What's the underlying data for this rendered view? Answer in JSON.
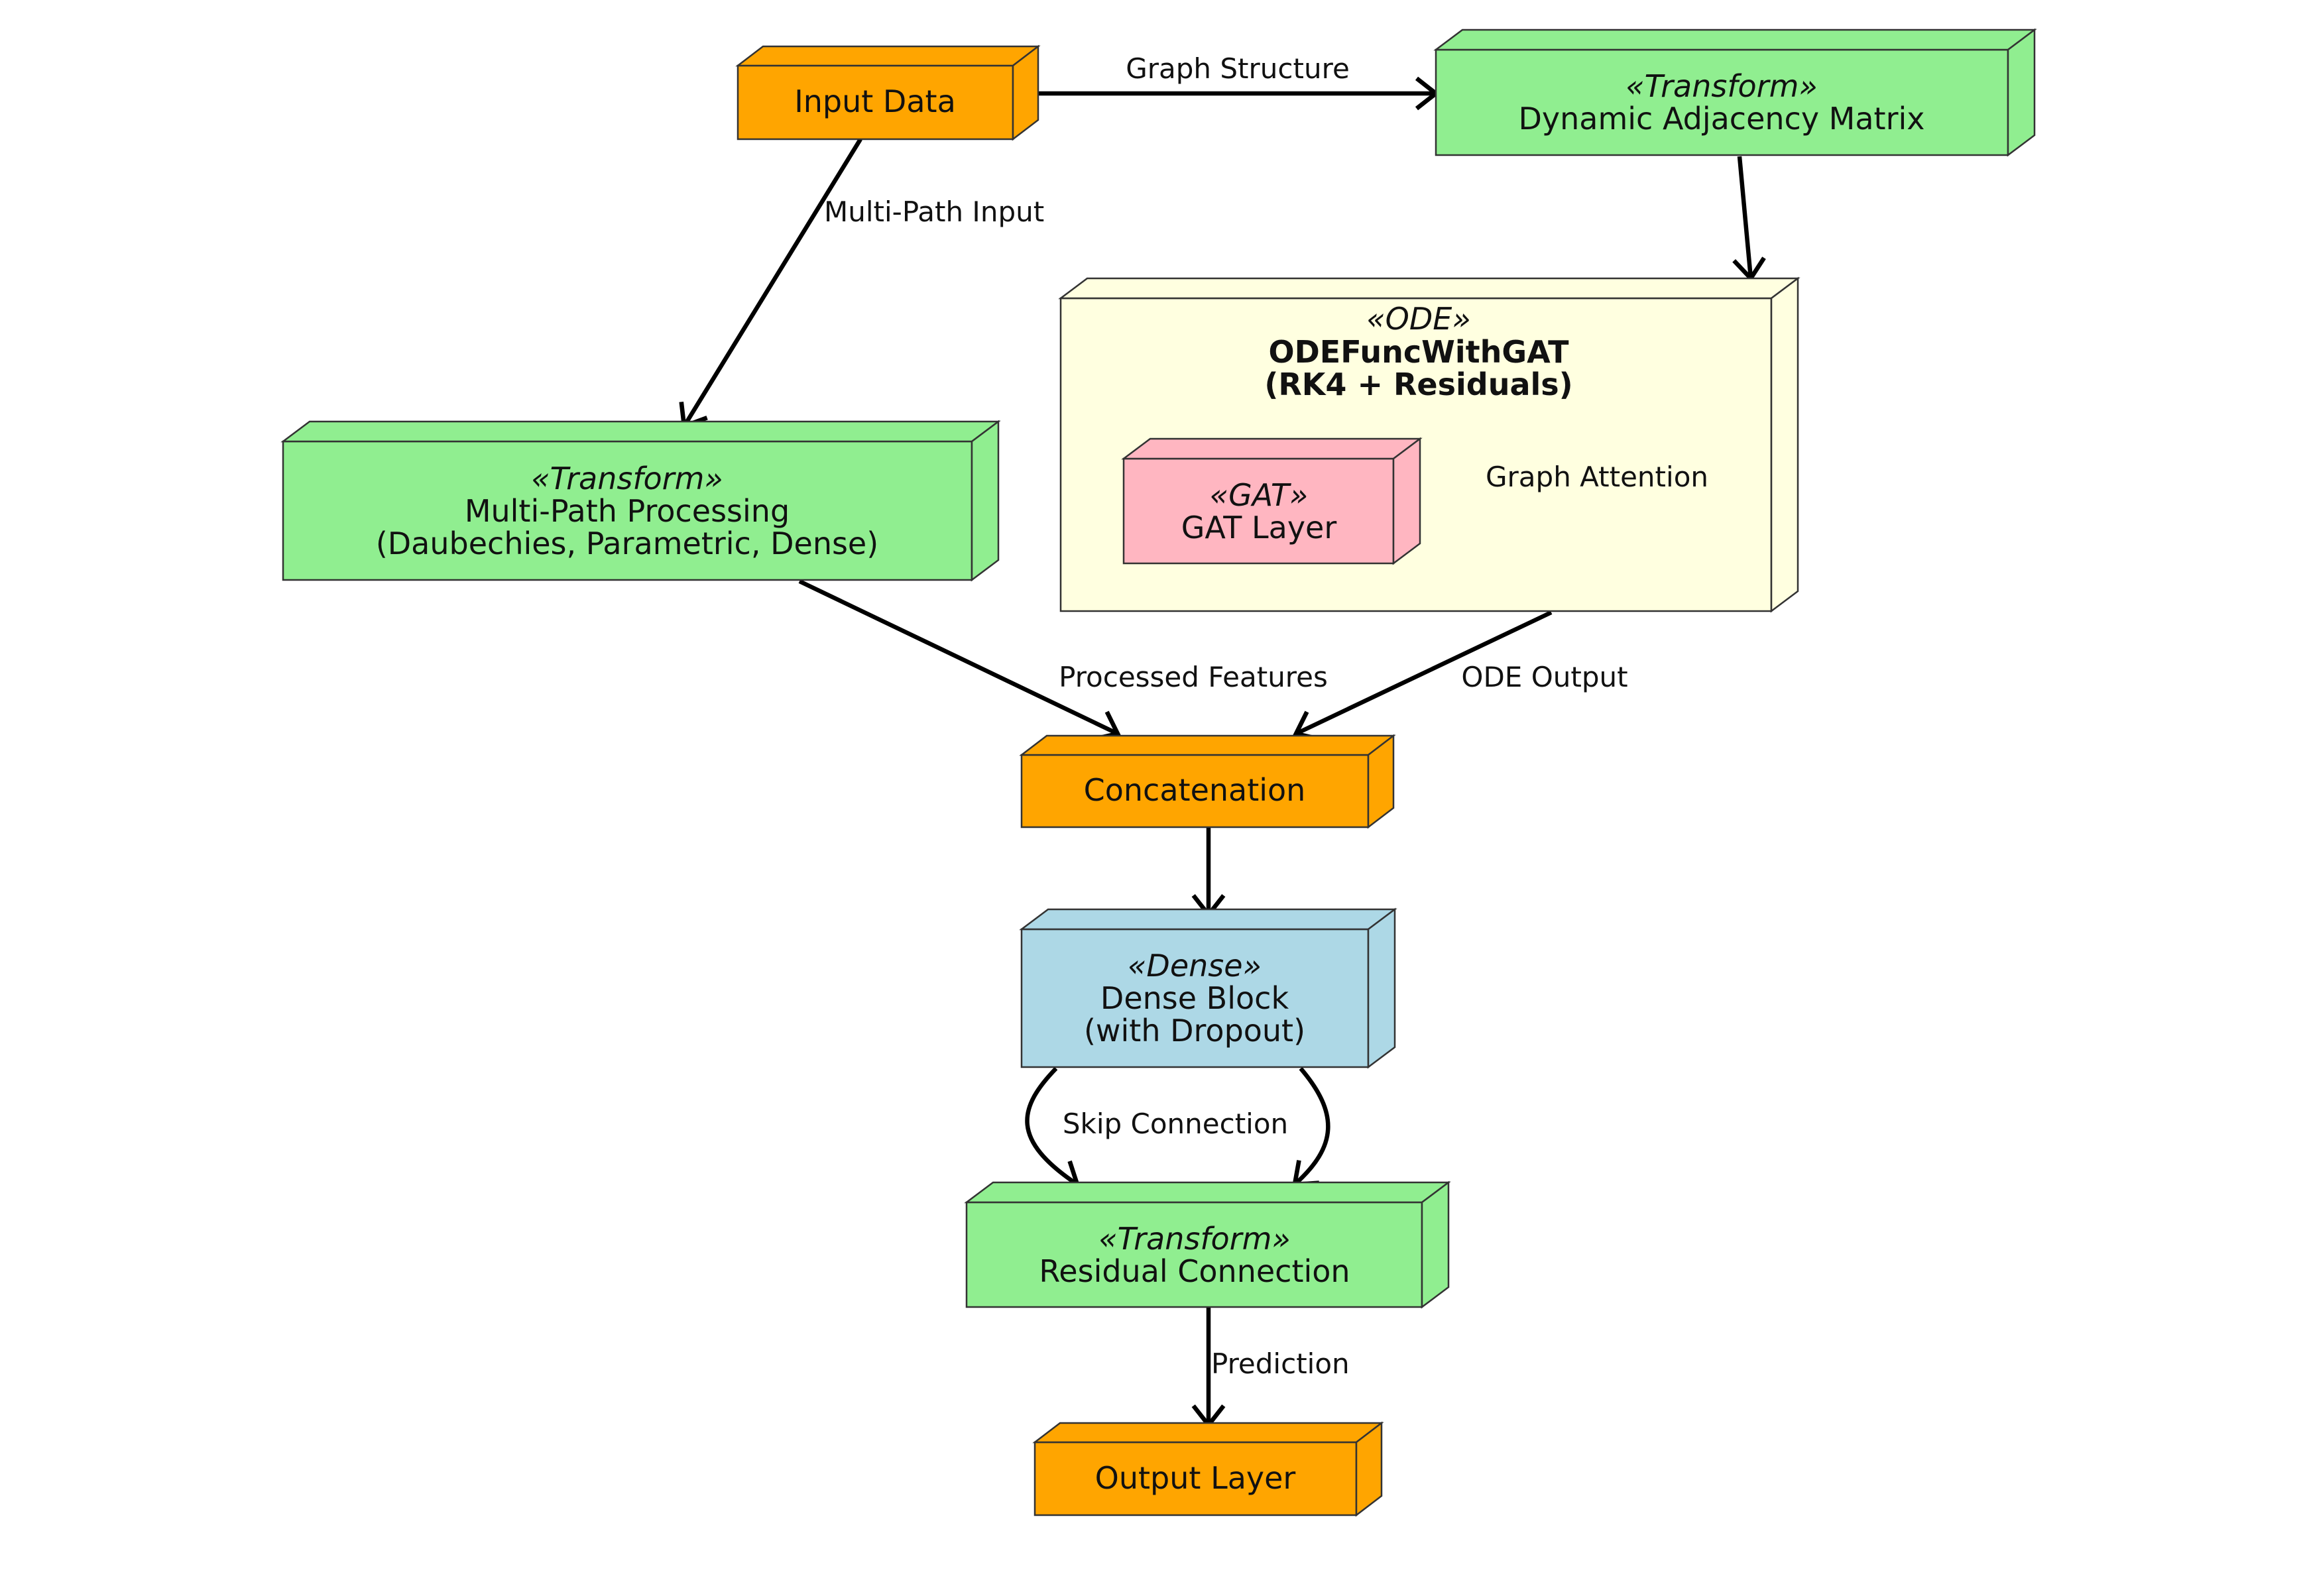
{
  "colors": {
    "orange": "#ffa500",
    "green": "#90ee90",
    "yellow": "#ffffe0",
    "pink": "#ffb6c1",
    "blue": "#add8e6"
  },
  "nodes": {
    "input_data": {
      "label": "Input Data"
    },
    "dynamic_adjacency": {
      "stereotype": "«Transform»",
      "label": "Dynamic Adjacency Matrix"
    },
    "multi_path": {
      "stereotype": "«Transform»",
      "label_line1": "Multi-Path Processing",
      "label_line2": "(Daubechies, Parametric, Dense)"
    },
    "ode_func": {
      "stereotype": "«ODE»",
      "label_line1": "ODEFuncWithGAT",
      "label_line2": "(RK4 + Residuals)"
    },
    "gat_layer": {
      "stereotype": "«GAT»",
      "label": "GAT Layer"
    },
    "concatenation": {
      "label": "Concatenation"
    },
    "dense_block": {
      "stereotype": "«Dense»",
      "label_line1": "Dense Block",
      "label_line2": "(with Dropout)"
    },
    "residual": {
      "stereotype": "«Transform»",
      "label": "Residual Connection"
    },
    "output_layer": {
      "label": "Output Layer"
    }
  },
  "edges": {
    "graph_structure": "Graph Structure",
    "multi_path_input": "Multi-Path Input",
    "graph_attention": "Graph Attention",
    "processed_features": "Processed Features",
    "ode_output": "ODE Output",
    "skip_connection": "Skip Connection",
    "prediction": "Prediction"
  }
}
